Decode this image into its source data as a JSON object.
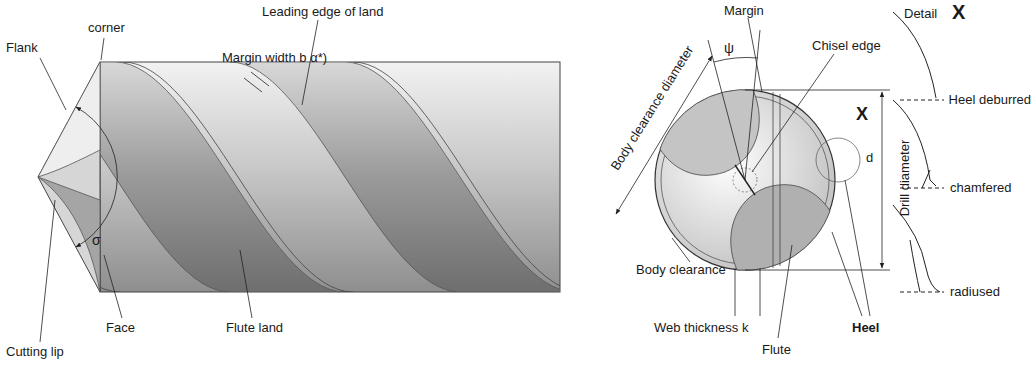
{
  "diagram": {
    "labels": [
      "Flank",
      "corner",
      "Leading edge of land",
      "Margin width b α*)",
      "Cutting lip",
      "Face",
      "Flute land",
      "σ",
      "Body clearance diameter",
      "ψ",
      "Margin",
      "Chisel edge",
      "X",
      "d",
      "Drill diameter",
      "Body clearance",
      "Web thickness k",
      "Flute",
      "Heel",
      "Detail",
      "X",
      "Heel deburred",
      "chamfered",
      "radiused"
    ]
  }
}
